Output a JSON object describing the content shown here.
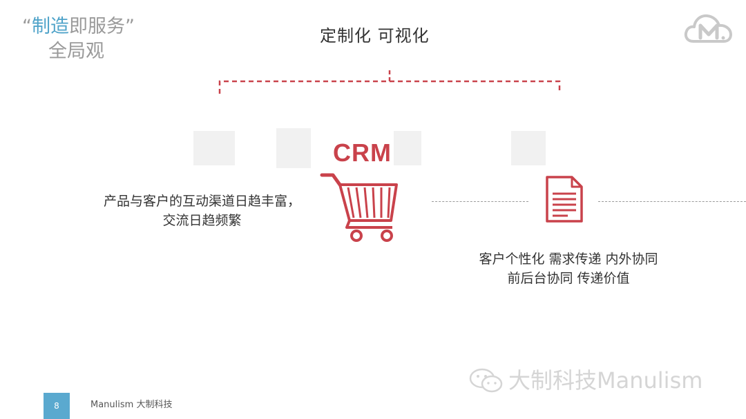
{
  "slide": {
    "title_quote_open": "“",
    "title_highlight": "制造",
    "title_rest": "即服务",
    "title_quote_close": "”",
    "title_line2": "全局观",
    "heading": "定制化   可视化",
    "crm_label": "CRM",
    "left_line1": "产品与客户的互动渠道日趋丰富，",
    "left_line2": "交流日趋频繁",
    "right_line1": "客户个性化  需求传递    内外协同",
    "right_line2": "前后台协同  传递价值"
  },
  "footer": {
    "page_number": "8",
    "brand": "Manulism 大制科技"
  },
  "watermark": {
    "text": "大制科技Manulism"
  },
  "icons": {
    "logo": "manulism-cloud-logo-icon",
    "cart": "shopping-cart-icon",
    "document": "document-icon",
    "wechat": "wechat-icon"
  },
  "colors": {
    "accent_red": "#c9424b",
    "title_blue": "#4fa3c9",
    "title_gray": "#9a9a9a",
    "badge_blue": "#5aa9cf"
  }
}
